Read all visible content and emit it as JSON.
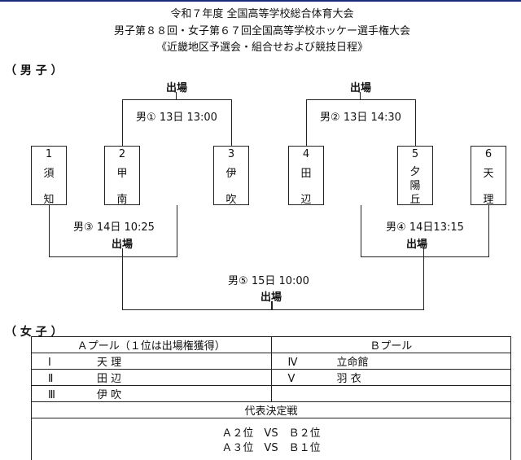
{
  "title": {
    "line1": "令和７年度 全国高等学校総合体育大会",
    "line2": "男子第８８回・女子第６７回全国高等学校ホッケー選手権大会",
    "line3": "《近畿地区予選会・組合せおよび競技日程》"
  },
  "boys": {
    "heading": "（ 男 子 ）",
    "teams": [
      {
        "no": "1",
        "c1": "須",
        "c2": "知"
      },
      {
        "no": "2",
        "c1": "甲",
        "c2": "南"
      },
      {
        "no": "3",
        "c1": "伊",
        "c2": "吹"
      },
      {
        "no": "4",
        "c1": "田",
        "c2": "辺"
      },
      {
        "no": "5",
        "c1": "夕",
        "c2": "陽",
        "c3": "丘"
      },
      {
        "no": "6",
        "c1": "天",
        "c2": "理"
      }
    ],
    "matches": [
      "男① 13日 13:00",
      "男② 13日 14:30",
      "男③ 14日 10:25",
      "男④ 14日13:15",
      "男⑤ 15日 10:00"
    ],
    "advance": "出場"
  },
  "girls": {
    "heading": "（ 女 子 ）",
    "pool_a": "Ａプール（１位は出場権獲得）",
    "pool_b": "Ｂプール",
    "a_teams": [
      {
        "no": "Ⅰ",
        "name": "天 理"
      },
      {
        "no": "Ⅱ",
        "name": "田 辺"
      },
      {
        "no": "Ⅲ",
        "name": "伊 吹"
      }
    ],
    "b_teams": [
      {
        "no": "Ⅳ",
        "name": "立命館"
      },
      {
        "no": "Ⅴ",
        "name": "羽 衣"
      }
    ],
    "final_heading": "代表決定戦",
    "final_matches": [
      "Ａ２位　VS　Ｂ２位",
      "Ａ３位　VS　Ｂ１位"
    ]
  }
}
